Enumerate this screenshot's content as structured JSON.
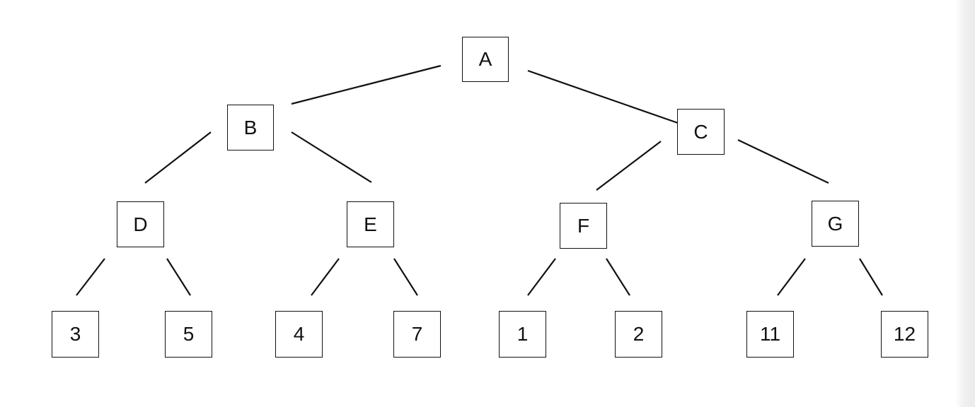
{
  "tree": {
    "nodes": [
      {
        "id": "A",
        "label": "A"
      },
      {
        "id": "B",
        "label": "B"
      },
      {
        "id": "C",
        "label": "C"
      },
      {
        "id": "D",
        "label": "D"
      },
      {
        "id": "E",
        "label": "E"
      },
      {
        "id": "F",
        "label": "F"
      },
      {
        "id": "G",
        "label": "G"
      },
      {
        "id": "L3",
        "label": "3"
      },
      {
        "id": "L5",
        "label": "5"
      },
      {
        "id": "L4",
        "label": "4"
      },
      {
        "id": "L7",
        "label": "7"
      },
      {
        "id": "L1",
        "label": "1"
      },
      {
        "id": "L2",
        "label": "2"
      },
      {
        "id": "L11",
        "label": "11"
      },
      {
        "id": "L12",
        "label": "12"
      }
    ],
    "edges": [
      [
        "A",
        "B"
      ],
      [
        "A",
        "C"
      ],
      [
        "B",
        "D"
      ],
      [
        "B",
        "E"
      ],
      [
        "C",
        "F"
      ],
      [
        "C",
        "G"
      ],
      [
        "D",
        "L3"
      ],
      [
        "D",
        "L5"
      ],
      [
        "E",
        "L4"
      ],
      [
        "E",
        "L7"
      ],
      [
        "F",
        "L1"
      ],
      [
        "F",
        "L2"
      ],
      [
        "G",
        "L11"
      ],
      [
        "G",
        "L12"
      ]
    ]
  }
}
